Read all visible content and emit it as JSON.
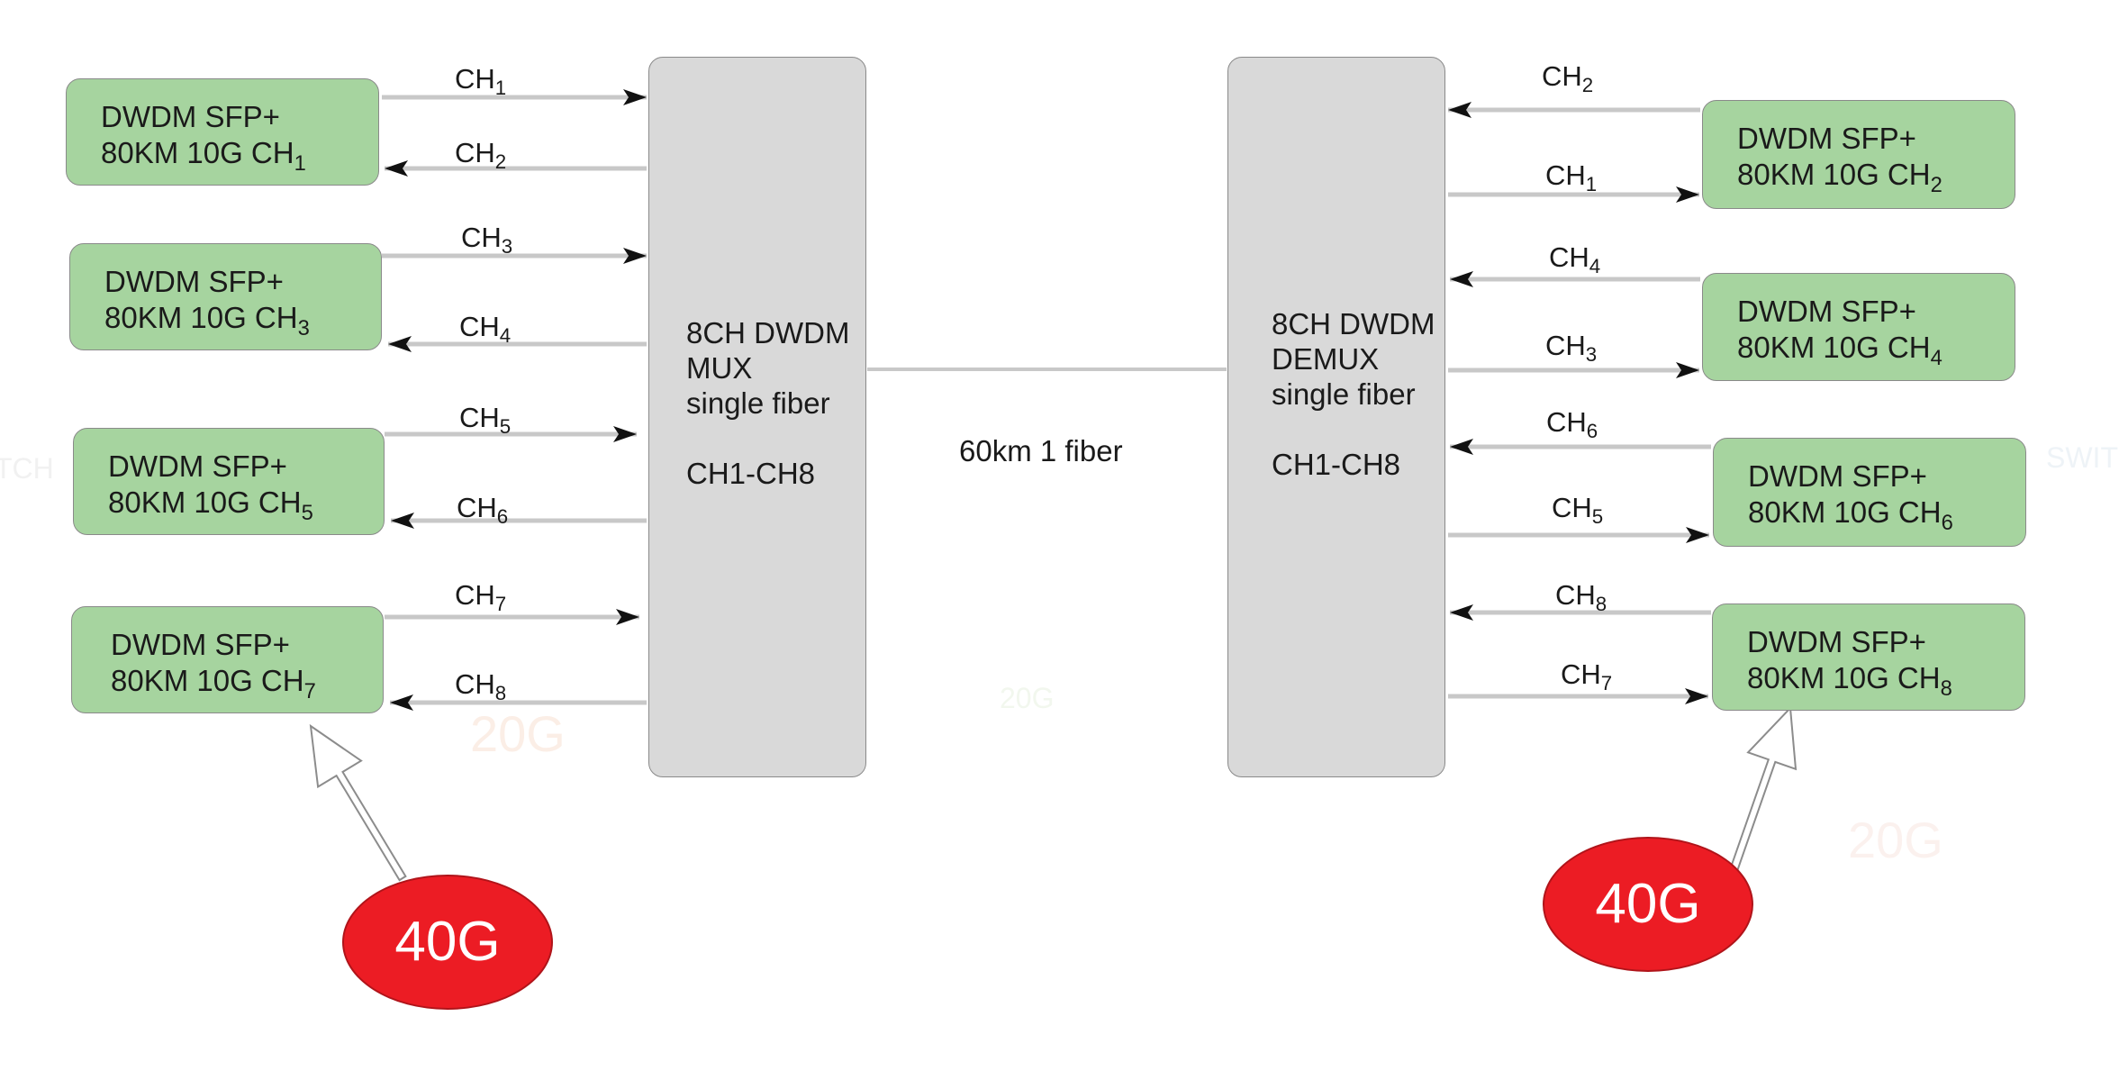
{
  "mux": {
    "lines": [
      "8CH DWDM",
      "MUX",
      "single fiber",
      "",
      "CH1-CH8"
    ]
  },
  "demux": {
    "lines": [
      "8CH DWDM",
      "DEMUX",
      "single fiber",
      "",
      "CH1-CH8"
    ]
  },
  "link_label": "60km 1 fiber",
  "left_modules": [
    {
      "line1": "DWDM SFP+",
      "line2_prefix": "80KM 10G CH",
      "channel": "1"
    },
    {
      "line1": "DWDM SFP+",
      "line2_prefix": "80KM 10G CH",
      "channel": "3"
    },
    {
      "line1": "DWDM SFP+",
      "line2_prefix": "80KM 10G CH",
      "channel": "5"
    },
    {
      "line1": "DWDM SFP+",
      "line2_prefix": "80KM 10G CH",
      "channel": "7"
    }
  ],
  "right_modules": [
    {
      "line1": "DWDM SFP+",
      "line2_prefix": "80KM 10G CH",
      "channel": "2"
    },
    {
      "line1": "DWDM SFP+",
      "line2_prefix": "80KM 10G CH",
      "channel": "4"
    },
    {
      "line1": "DWDM SFP+",
      "line2_prefix": "80KM 10G CH",
      "channel": "6"
    },
    {
      "line1": "DWDM SFP+",
      "line2_prefix": "80KM 10G CH",
      "channel": "8"
    }
  ],
  "left_channels": [
    "1",
    "2",
    "3",
    "4",
    "5",
    "6",
    "7",
    "8"
  ],
  "right_channels": [
    "2",
    "1",
    "4",
    "3",
    "6",
    "5",
    "8",
    "7"
  ],
  "channel_prefix": "CH",
  "badges": [
    "40G",
    "40G"
  ],
  "watermarks": [
    "20G",
    "20G",
    "20G",
    "TCH",
    "SWIT"
  ],
  "colors": {
    "module_fill": "#a6d49f",
    "unit_fill": "#d9d9d9",
    "badge_fill": "#ec1c24",
    "wire": "#c8c8c8",
    "arrowhead": "#111111"
  }
}
